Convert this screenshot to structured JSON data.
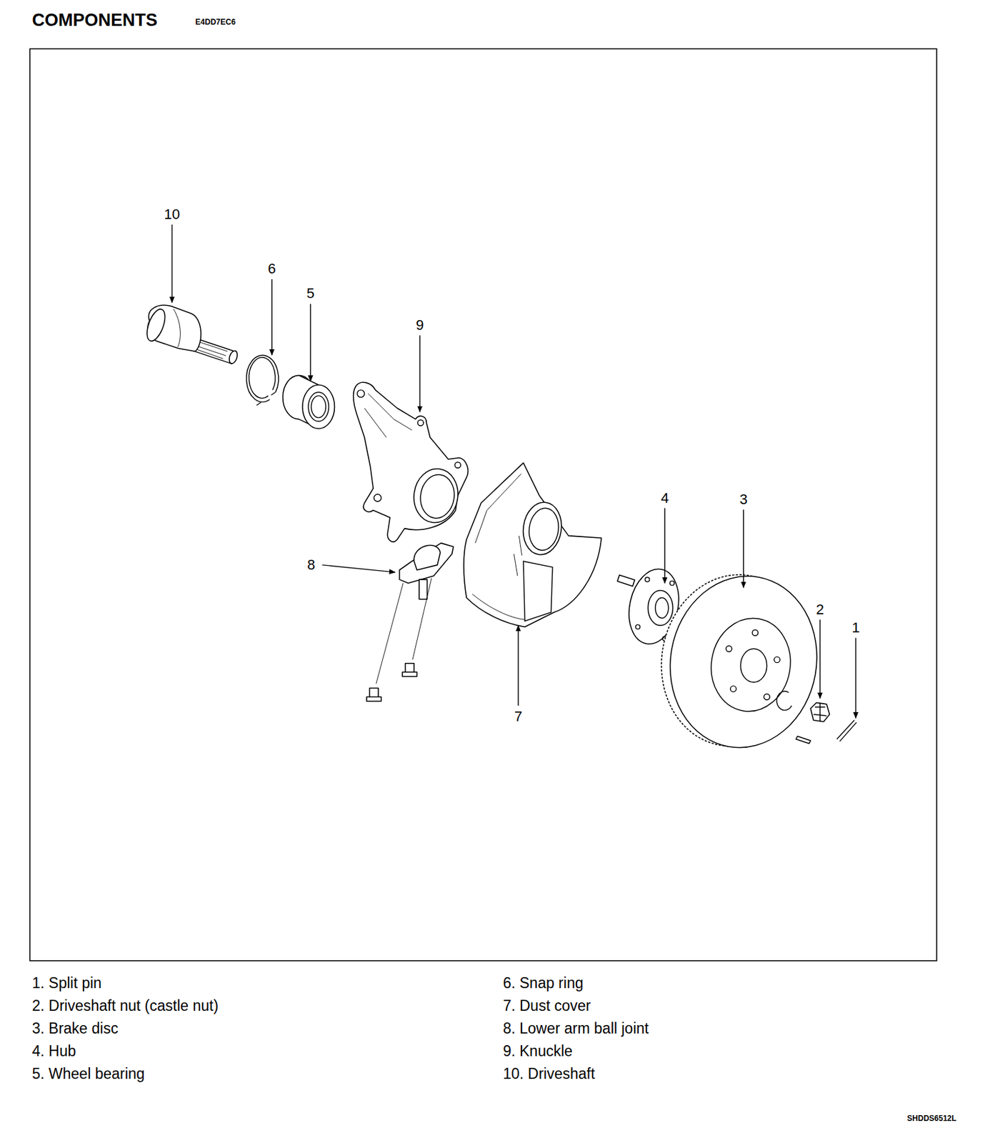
{
  "diagram": {
    "title": "COMPONENTS",
    "labels": [
      "E4DD7EC6",
      "10",
      "6",
      "5",
      "9",
      "8",
      "7",
      "4",
      "3",
      "2",
      "1",
      "1. Split pin",
      "2. Driveshaft nut (castle nut)",
      "3. Brake disc",
      "4. Hub",
      "5. Wheel bearing",
      "6. Snap ring",
      "7. Dust cover",
      "8. Lower arm ball joint",
      "9. Knuckle",
      "10. Driveshaft",
      "SHDDS6512L"
    ]
  }
}
